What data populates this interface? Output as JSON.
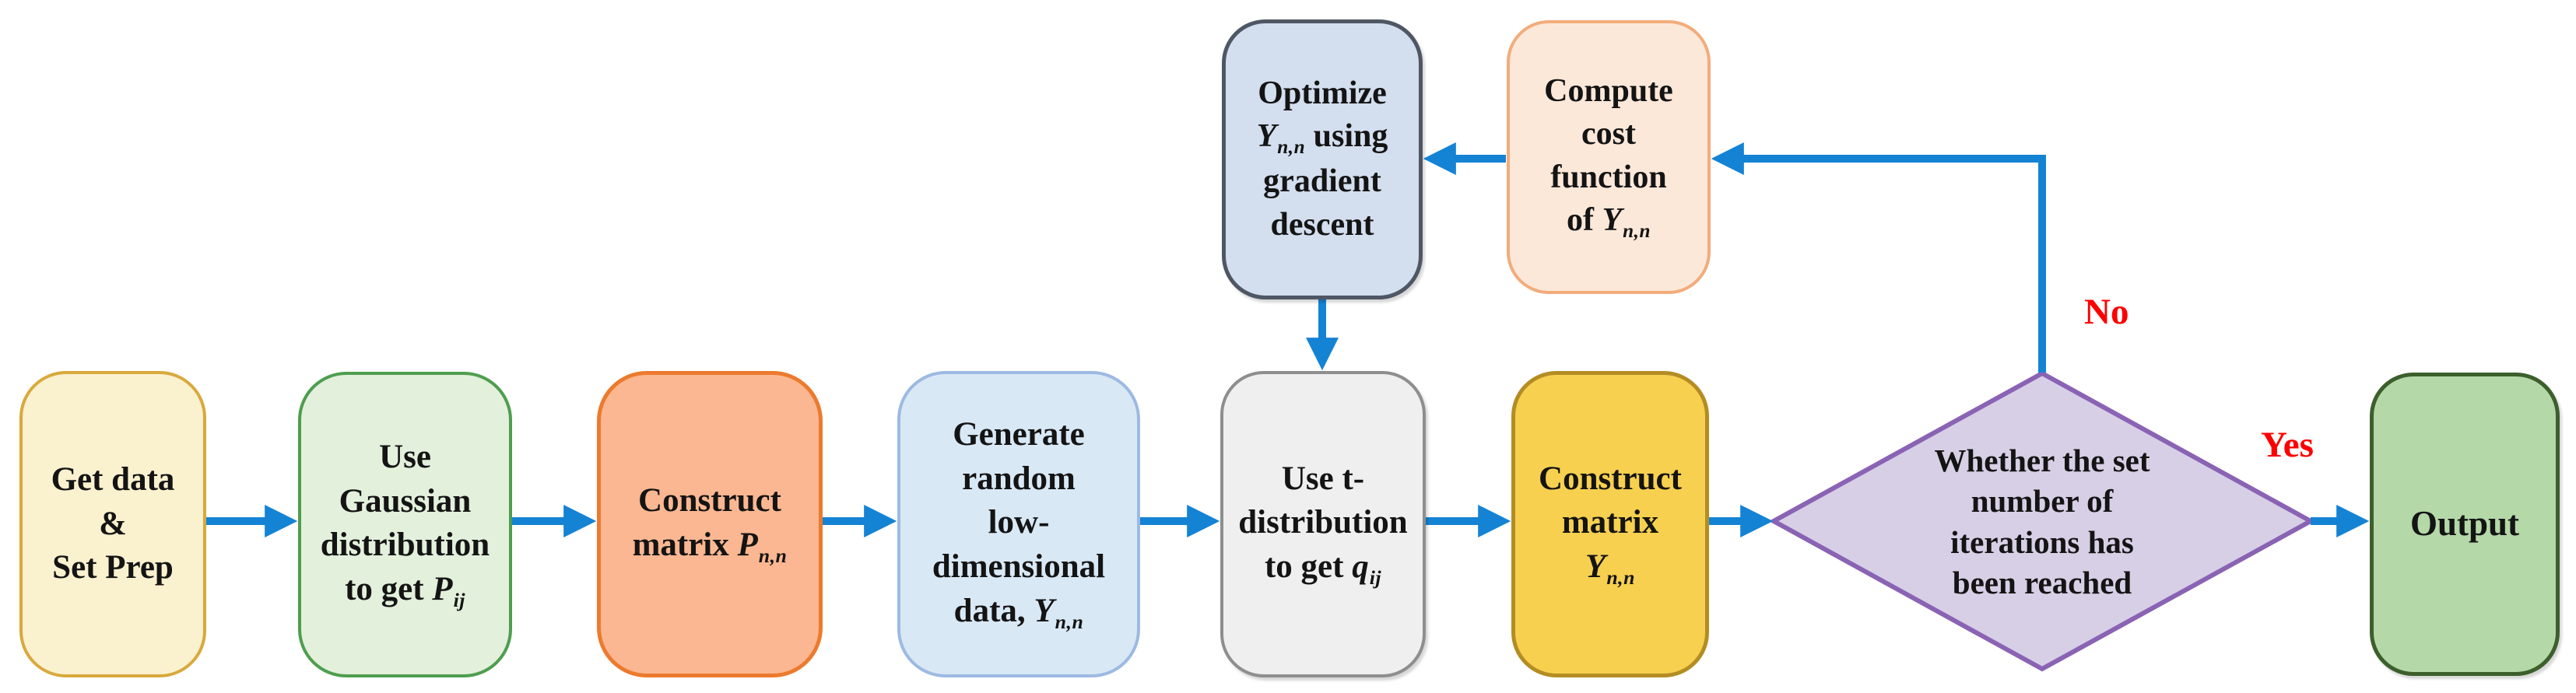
{
  "labels": {
    "no": "No",
    "yes": "Yes"
  },
  "colors": {
    "arrow": "#1583D4",
    "edge_label": "#FE0000",
    "text": "#141414"
  },
  "nodes": {
    "get_data": {
      "fill": "#FAF1CF",
      "border": "#D8A93C",
      "lines": [
        [
          {
            "t": "Get data"
          }
        ],
        [
          {
            "t": "&"
          }
        ],
        [
          {
            "t": "Set Prep"
          }
        ]
      ]
    },
    "gaussian": {
      "fill": "#E3F0DC",
      "border": "#4E9E4E",
      "lines": [
        [
          {
            "t": "Use"
          }
        ],
        [
          {
            "t": "Gaussian"
          }
        ],
        [
          {
            "t": "distribution"
          }
        ],
        [
          {
            "t": "to get "
          },
          {
            "t": "P",
            "i": true
          },
          {
            "t": "ij",
            "sub": true
          }
        ]
      ]
    },
    "construct_p": {
      "fill": "#FBB791",
      "border": "#EC7A2E",
      "lines": [
        [
          {
            "t": "Construct"
          }
        ],
        [
          {
            "t": "matrix "
          },
          {
            "t": "P",
            "i": true
          },
          {
            "t": "n,n",
            "sub": true
          }
        ]
      ]
    },
    "generate": {
      "fill": "#D9E8F5",
      "border": "#9CBAE2",
      "lines": [
        [
          {
            "t": "Generate"
          }
        ],
        [
          {
            "t": "random"
          }
        ],
        [
          {
            "t": "low-"
          }
        ],
        [
          {
            "t": "dimensional"
          }
        ],
        [
          {
            "t": "data, "
          },
          {
            "t": "Y",
            "i": true
          },
          {
            "t": "n,n",
            "sub": true
          }
        ]
      ]
    },
    "t_dist": {
      "fill": "#EFEFEF",
      "border": "#8E8E8E",
      "lines": [
        [
          {
            "t": "Use t-"
          }
        ],
        [
          {
            "t": "distribution"
          }
        ],
        [
          {
            "t": "to get "
          },
          {
            "t": "q",
            "i": true
          },
          {
            "t": "ij",
            "sub": true
          }
        ]
      ]
    },
    "construct_y": {
      "fill": "#F8D04F",
      "border": "#B38D24",
      "lines": [
        [
          {
            "t": "Construct"
          }
        ],
        [
          {
            "t": "matrix"
          }
        ],
        [
          {
            "t": "Y",
            "i": true
          },
          {
            "t": "n,n",
            "sub": true
          }
        ]
      ]
    },
    "decision": {
      "fill": "#D7CFE5",
      "border": "#8A63B4",
      "lines": [
        [
          {
            "t": "Whether the set"
          }
        ],
        [
          {
            "t": "number of"
          }
        ],
        [
          {
            "t": "iterations has"
          }
        ],
        [
          {
            "t": "been reached"
          }
        ]
      ]
    },
    "output": {
      "fill": "#B4D8A7",
      "border": "#3C5F2C",
      "lines": [
        [
          {
            "t": "Output"
          }
        ]
      ]
    },
    "optimize": {
      "fill": "#D3DEEE",
      "border": "#4E5763",
      "lines": [
        [
          {
            "t": "Optimize"
          }
        ],
        [
          {
            "t": "Y",
            "i": true
          },
          {
            "t": "n,n",
            "sub": true
          },
          {
            "t": " using"
          }
        ],
        [
          {
            "t": "gradient"
          }
        ],
        [
          {
            "t": "descent"
          }
        ]
      ]
    },
    "compute": {
      "fill": "#FCE8D9",
      "border": "#F2AC7B",
      "lines": [
        [
          {
            "t": "Compute"
          }
        ],
        [
          {
            "t": "cost"
          }
        ],
        [
          {
            "t": "function"
          }
        ],
        [
          {
            "t": "of "
          },
          {
            "t": "Y",
            "i": true
          },
          {
            "t": "n,n",
            "sub": true
          }
        ]
      ]
    }
  }
}
